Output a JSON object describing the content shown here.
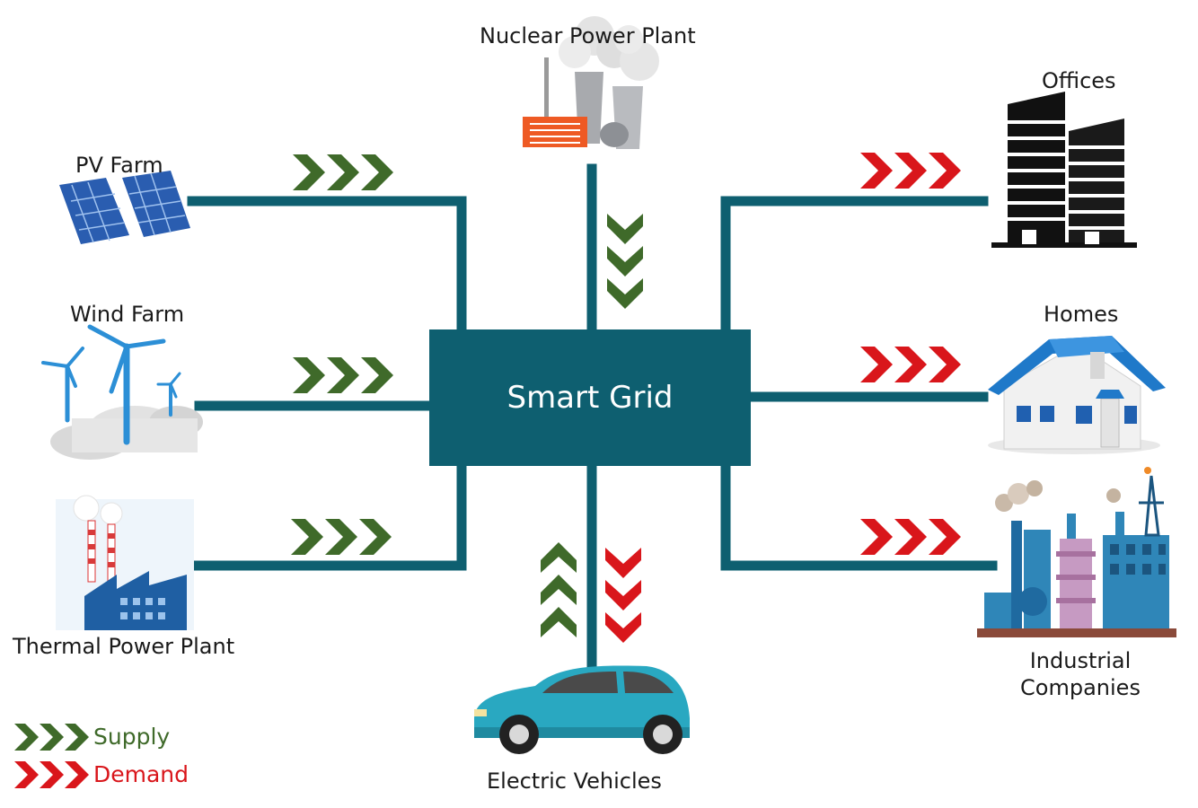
{
  "hub": {
    "label": "Smart Grid"
  },
  "sources": {
    "nuclear": "Nuclear Power Plant",
    "pv": "PV Farm",
    "wind": "Wind Farm",
    "thermal": "Thermal Power Plant"
  },
  "consumers": {
    "offices": "Offices",
    "homes": "Homes",
    "industrial_line1": "Industrial",
    "industrial_line2": "Companies",
    "ev": "Electric Vehicles"
  },
  "legend": {
    "supply": "Supply",
    "demand": "Demand"
  },
  "colors": {
    "grid": "#0e5f70",
    "supply": "#3f6a2a",
    "demand": "#d9161b",
    "car": "#29a8c1",
    "roof": "#1f79c9"
  }
}
